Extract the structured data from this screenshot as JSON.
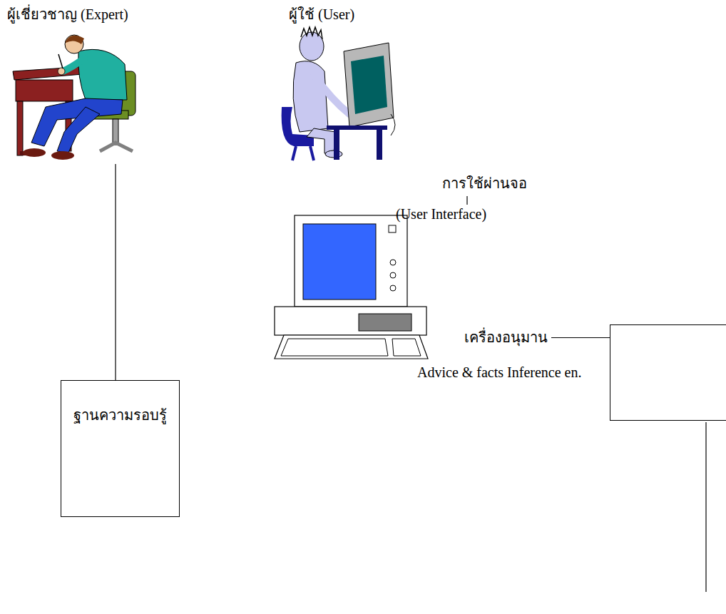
{
  "diagram": {
    "nodes": [
      {
        "text": [
          "ฐานความรอบรู้"
        ]
      },
      {
        "text": [
          "เครื่องอนุมาน"
        ]
      }
    ],
    "labels": [
      "ผู้เชี่ยวชาญ (Expert)",
      "ผู้ใช้ (User)",
      "การใช้ผ่านจอ",
      "(User Interface)",
      "Advice & facts Inference en."
    ]
  }
}
